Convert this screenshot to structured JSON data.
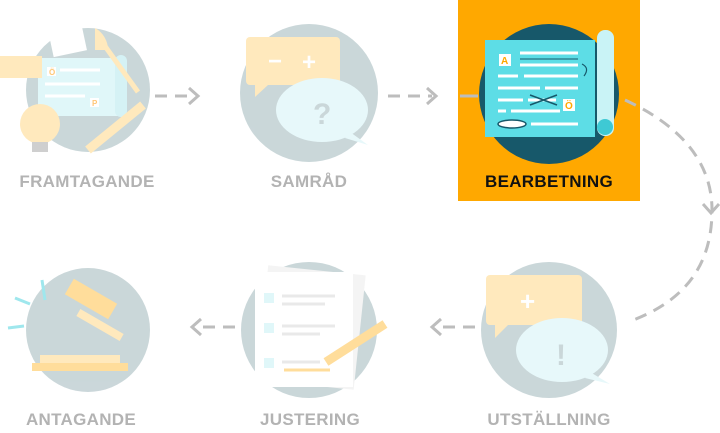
{
  "colors": {
    "active_bg": "#ffa800",
    "active_circle": "#17586a",
    "inactive_circle": "#b9cacd",
    "paper": "#5ddde6",
    "arrow": "#bdbdbd",
    "label_inactive": "#b3b3b3",
    "label_active": "#111111"
  },
  "steps": [
    {
      "label": "FRAMTAGANDE",
      "icon": "document-lightbulb-icon",
      "active": false
    },
    {
      "label": "SAMRÅD",
      "icon": "speech-bubbles-icon",
      "active": false
    },
    {
      "label": "BEARBETNING",
      "icon": "edited-document-icon",
      "active": true
    },
    {
      "label": "UTSTÄLLNING",
      "icon": "speech-bubbles-exclamation-icon",
      "active": false
    },
    {
      "label": "JUSTERING",
      "icon": "checklist-pen-icon",
      "active": false
    },
    {
      "label": "ANTAGANDE",
      "icon": "gavel-icon",
      "active": false
    }
  ],
  "icon_text": {
    "doc_letter_a": "A",
    "doc_letter_o": "Ö",
    "doc_letter_p": "P",
    "minus": "−",
    "plus": "+",
    "question": "?",
    "exclamation": "!"
  }
}
